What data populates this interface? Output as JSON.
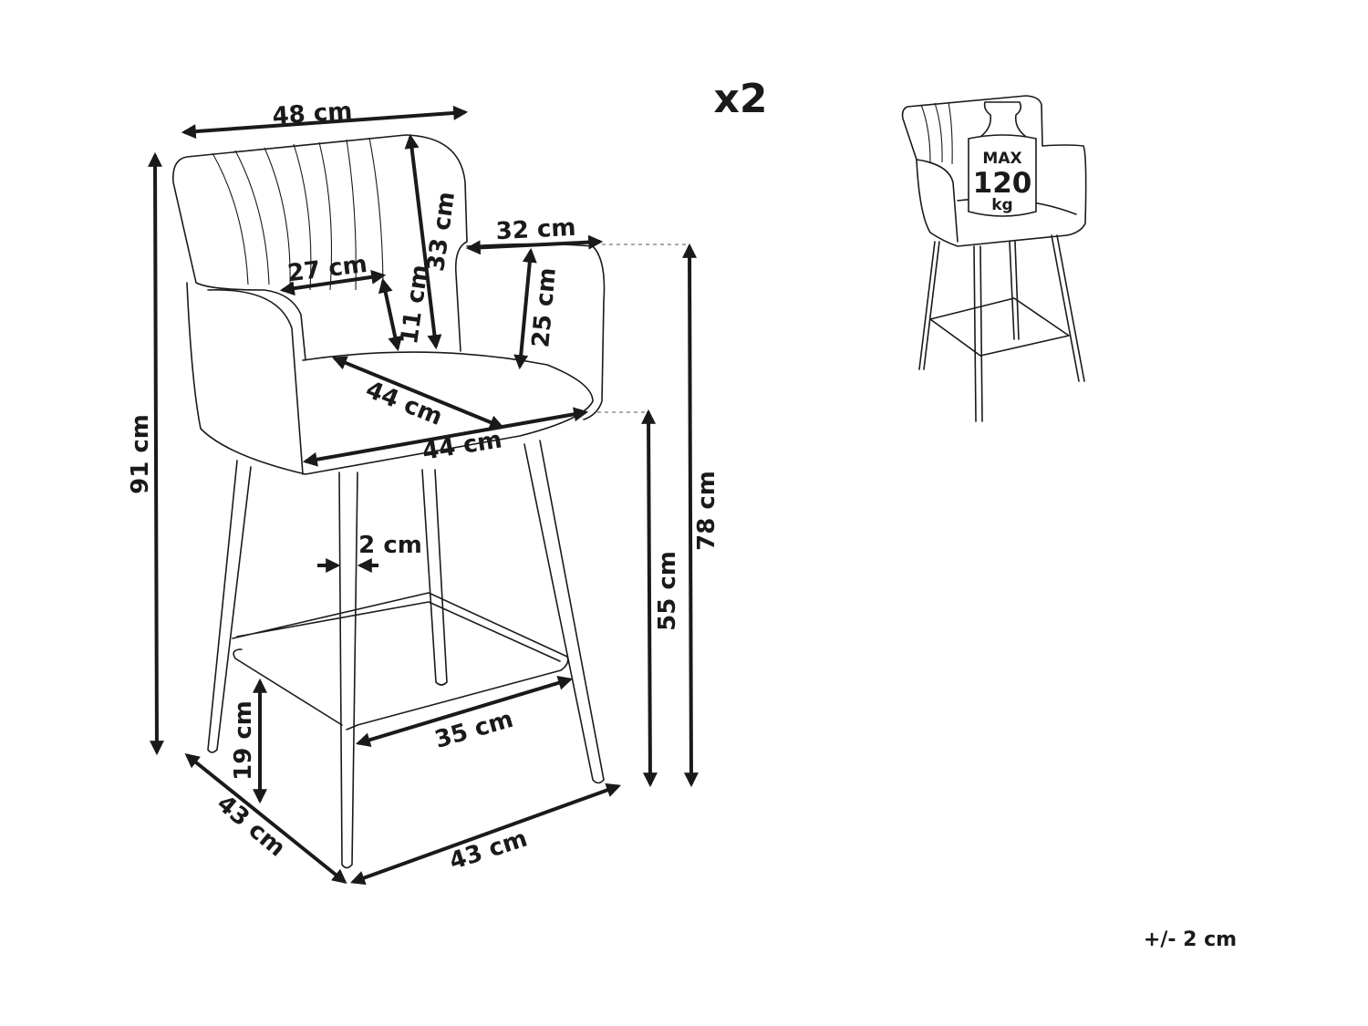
{
  "header": {
    "quantity": "x2"
  },
  "footer": {
    "tolerance": "+/- 2 cm"
  },
  "capacity_badge": {
    "line1": "MAX",
    "line2": "120",
    "line3": "kg"
  },
  "dimensions": {
    "backrest_width": "48 cm",
    "backrest_height": "33 cm",
    "inner_back_width": "27 cm",
    "inner_back_height": "11 cm",
    "armrest_depth": "32 cm",
    "armrest_height": "25 cm",
    "seat_depth": "44 cm",
    "seat_width": "44 cm",
    "total_height": "91 cm",
    "armrest_floor_height": "78 cm",
    "seat_height": "55 cm",
    "leg_diameter": "2 cm",
    "footrest_width": "35 cm",
    "footrest_height": "19 cm",
    "base_depth": "43 cm",
    "base_width": "43 cm"
  }
}
